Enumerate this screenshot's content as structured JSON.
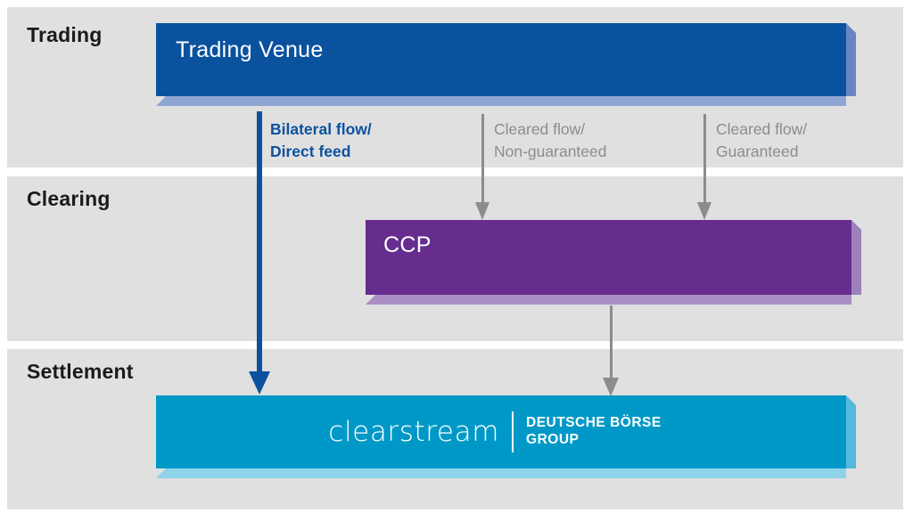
{
  "bands": [
    {
      "key": "trading",
      "label": "Trading"
    },
    {
      "key": "clearing",
      "label": "Clearing"
    },
    {
      "key": "settlement",
      "label": "Settlement"
    }
  ],
  "boxes": {
    "trading_venue": {
      "title": "Trading Venue",
      "color": "#0b529e",
      "bevel": "#8fa6d4"
    },
    "ccp": {
      "title": "CCP",
      "color": "#662d8e",
      "bevel": "#ab8fc4"
    },
    "settlement": {
      "title": "",
      "color": "#0099c7",
      "bevel": "#8fd3ea"
    }
  },
  "logo": {
    "primary": "clearstream",
    "secondary_line1": "Deutsche Börse",
    "secondary_line2": "Group"
  },
  "flows": [
    {
      "key": "bilateral",
      "caption": "Bilateral flow/\nDirect feed",
      "color": "#0b529e",
      "style": "accent",
      "from": "trading_venue",
      "to": "settlement"
    },
    {
      "key": "cleared_non_guaranteed",
      "caption": "Cleared flow/\nNon-guaranteed",
      "color": "#8c8c8c",
      "style": "muted",
      "from": "trading_venue",
      "to": "ccp"
    },
    {
      "key": "cleared_guaranteed",
      "caption": "Cleared flow/\nGuaranteed",
      "color": "#8c8c8c",
      "style": "muted",
      "from": "trading_venue",
      "to": "ccp"
    },
    {
      "key": "ccp_to_settlement",
      "caption": "",
      "color": "#8c8c8c",
      "style": "muted",
      "from": "ccp",
      "to": "settlement"
    }
  ],
  "palette": {
    "band_background": "#e0e0e0",
    "page_background": "#ffffff",
    "trading_blue": "#0b529e",
    "clearing_purple": "#662d8e",
    "settlement_cyan": "#0099c7",
    "flow_gray": "#8c8c8c",
    "label_text": "#1a1a1a"
  }
}
